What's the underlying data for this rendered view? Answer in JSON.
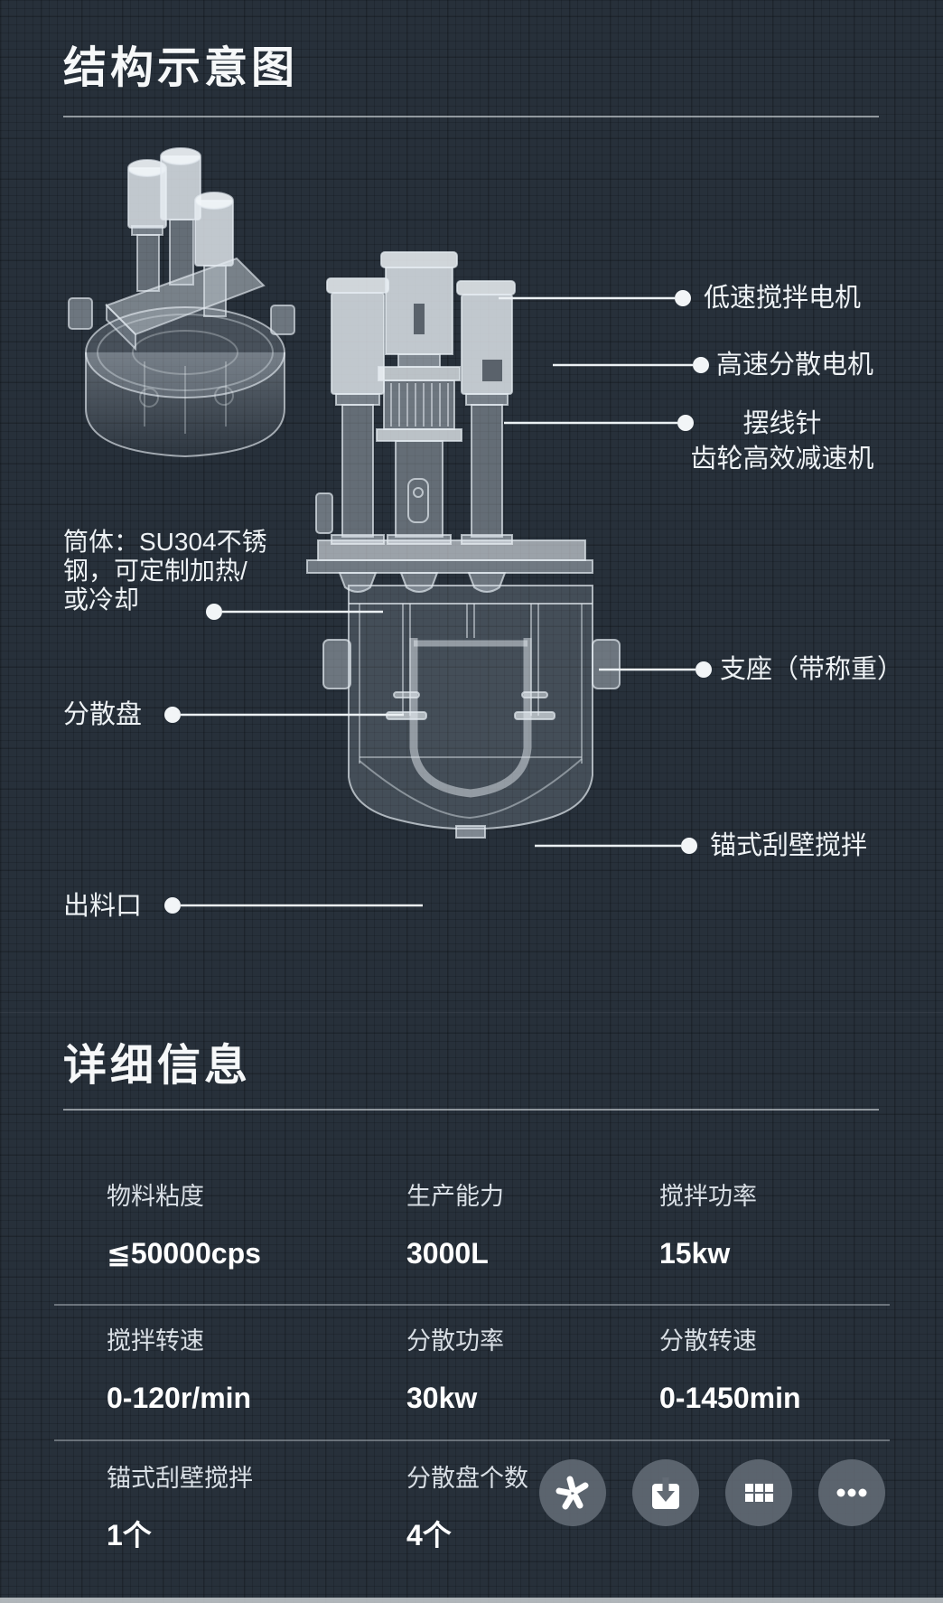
{
  "colors": {
    "background": "#27303a",
    "text_primary": "#f4f7f9",
    "text_secondary": "#d9dfe5",
    "divider": "#cdd5db",
    "button_circle": "#636b75",
    "drawing_stroke": "#e3eaf0"
  },
  "structure_section": {
    "title": "结构示意图",
    "callouts_right": [
      {
        "label": "低速搅拌电机"
      },
      {
        "label": "高速分散电机"
      },
      {
        "line1": "摆线针",
        "line2": "齿轮高效减速机"
      },
      {
        "label": "支座（带称重）"
      },
      {
        "label": "锚式刮壁搅拌"
      }
    ],
    "callouts_left": [
      {
        "line1": "筒体：SU304不锈",
        "line2": "钢，可定制加热/",
        "line3": "或冷却"
      },
      {
        "label": "分散盘"
      },
      {
        "label": "出料口"
      }
    ]
  },
  "details_section": {
    "title": "详细信息",
    "specs": [
      {
        "label": "物料粘度",
        "value": "≦50000cps"
      },
      {
        "label": "生产能力",
        "value": "3000L"
      },
      {
        "label": "搅拌功率",
        "value": "15kw"
      },
      {
        "label": "搅拌转速",
        "value": "0-120r/min"
      },
      {
        "label": "分散功率",
        "value": "30kw"
      },
      {
        "label": "分散转速",
        "value": "0-1450min"
      },
      {
        "label": "锚式刮壁搅拌",
        "value": "1个"
      },
      {
        "label": "分散盘个数",
        "value": "4个"
      }
    ]
  },
  "action_bar": {
    "buttons": [
      {
        "icon": "asterisk-icon"
      },
      {
        "icon": "download-icon"
      },
      {
        "icon": "grid-icon"
      },
      {
        "icon": "more-icon"
      }
    ]
  }
}
